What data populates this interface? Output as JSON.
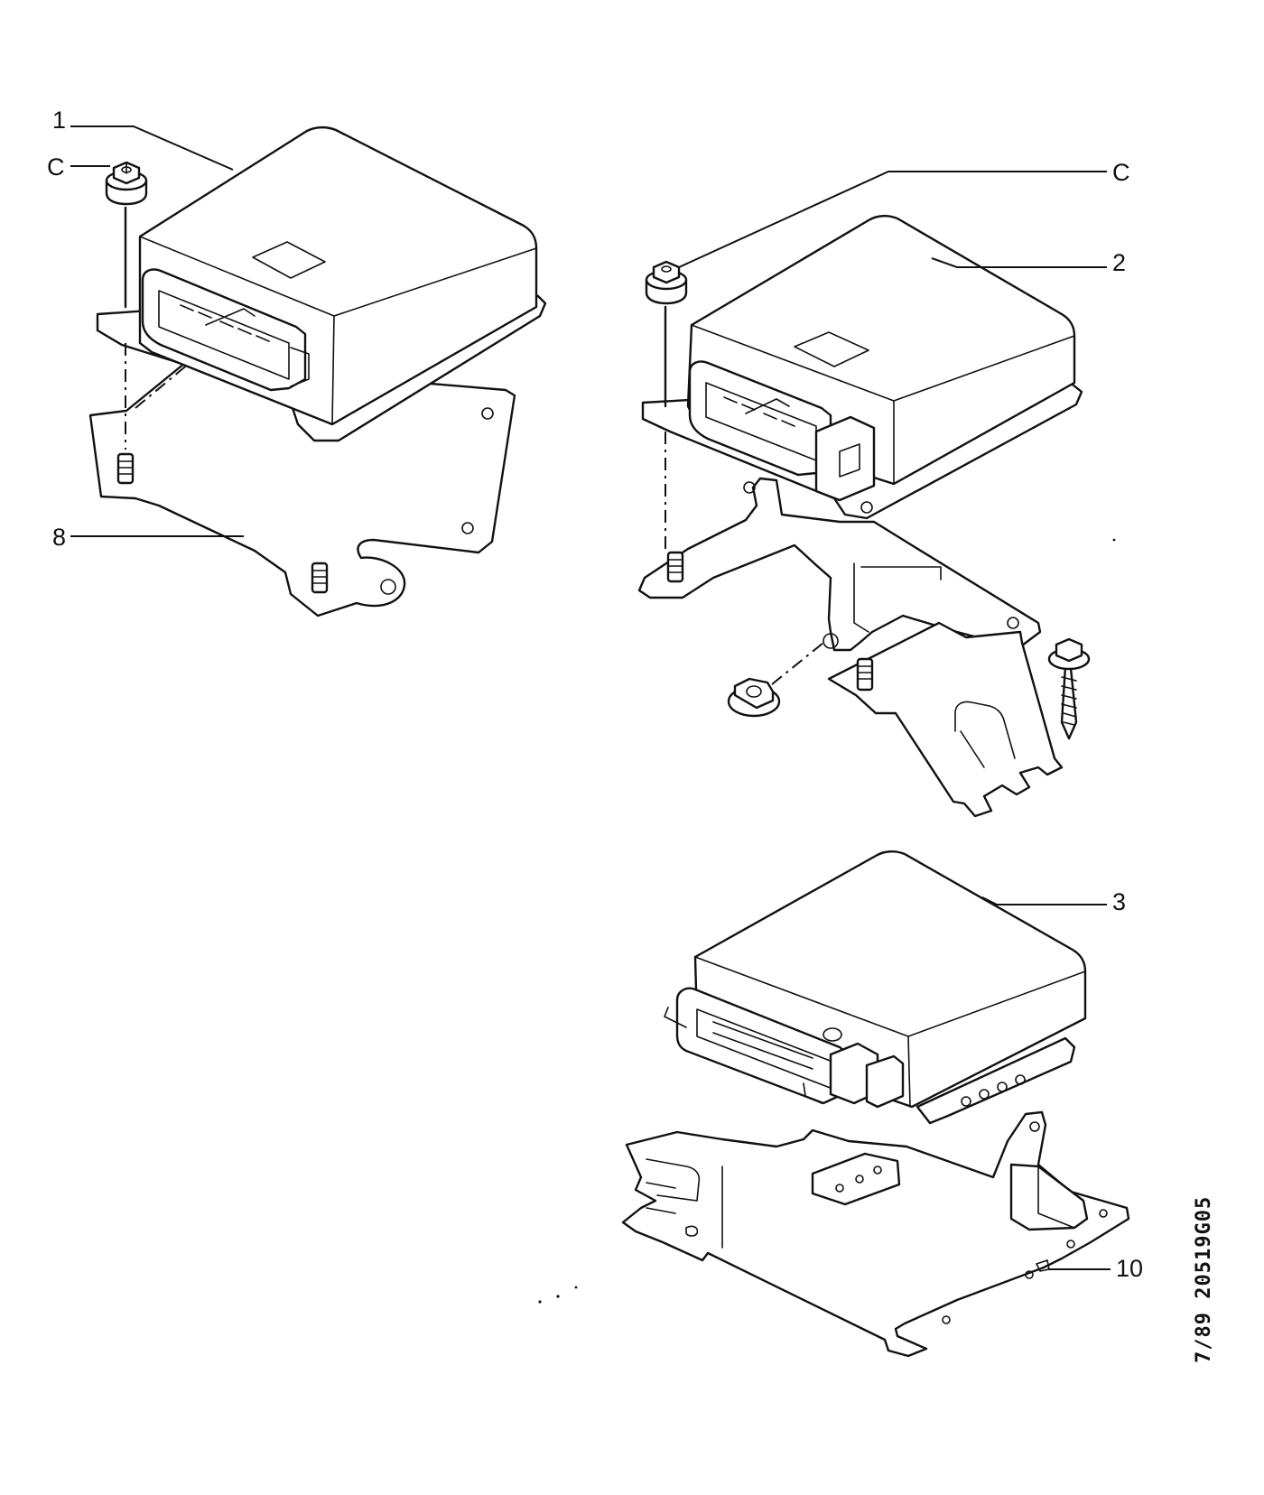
{
  "callouts": {
    "part_1": "1",
    "part_2": "2",
    "part_3": "3",
    "part_8": "8",
    "part_10": "10",
    "nut_c_left": "C",
    "nut_c_right": "C"
  },
  "reference_code": "7/89 20519G05"
}
